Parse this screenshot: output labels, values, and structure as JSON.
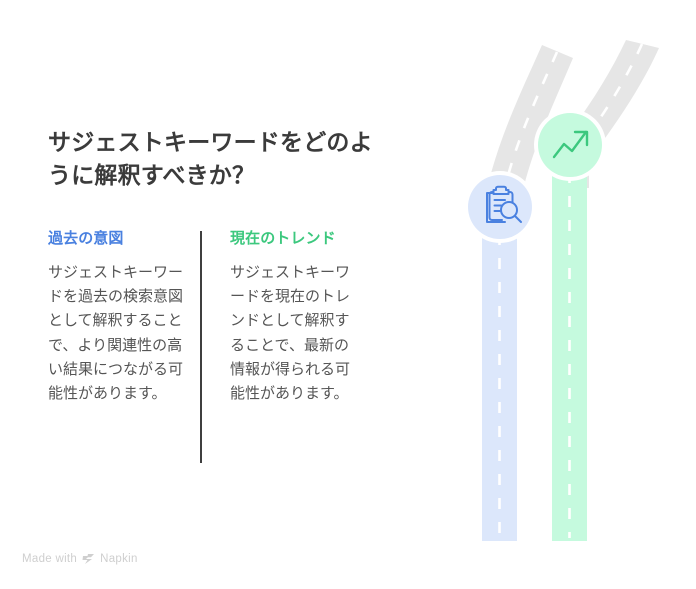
{
  "slide": {
    "title": "サジェストキーワードをどのように解釈すべきか？",
    "background_color": "#ffffff",
    "title_color": "#3b3b3b"
  },
  "columns": [
    {
      "id": "past-intent",
      "heading": "過去の意図",
      "heading_color": "#4a81e0",
      "body": "サジェストキーワードを過去の検索意図として解釈することで、より関連性の高い結果につながる可能性があります。",
      "body_color": "#555555"
    },
    {
      "id": "current-trend",
      "heading": "現在のトレンド",
      "heading_color": "#3cc87e",
      "body": "サジェストキーワードを現在のトレンドとして解釈することで、最新の情報が得られる可能性があります。",
      "body_color": "#555555"
    }
  ],
  "divider": {
    "color": "#3f3f3f"
  },
  "illustration": {
    "description": "two-curving-roads-with-icon-badges",
    "road_gray": "#e6e6e6",
    "road_blue": "#dce7fb",
    "road_green": "#c5fade",
    "lane_dash_color": "#ffffff",
    "badges": [
      {
        "id": "past-intent-badge",
        "icon": "clipboard-search-icon",
        "circle_fill": "#dce7fb",
        "icon_color": "#4a81e0"
      },
      {
        "id": "current-trend-badge",
        "icon": "trending-up-icon",
        "circle_fill": "#c5fade",
        "icon_color": "#3cc87e"
      }
    ]
  },
  "footer": {
    "prefix": "Made with",
    "brand": "Napkin",
    "color": "#cfcfcf"
  }
}
